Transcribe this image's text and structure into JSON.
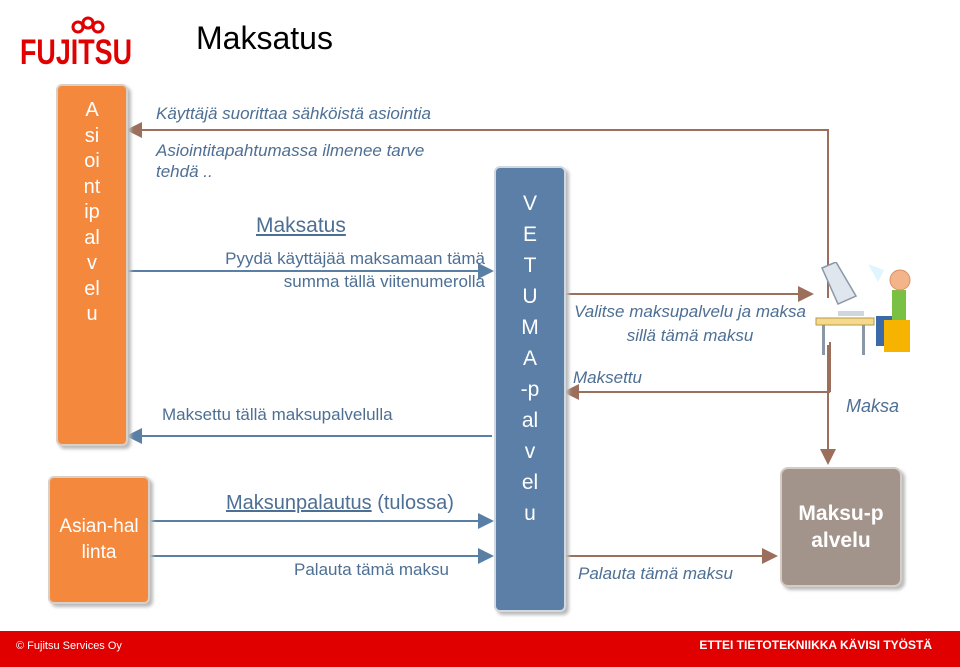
{
  "header": {
    "logo_text": "FUJITSU",
    "title": "Maksatus"
  },
  "left": {
    "asiointipalvelu": "Asiointipalvelu",
    "asianhallinta": "Asian-hallinta"
  },
  "center": {
    "vetuma": "VETUMA-palvelu"
  },
  "right": {
    "maksupalvelu": "Maksu-palvelu"
  },
  "flow": {
    "step1": "Käyttäjä suorittaa sähköistä asiointia",
    "step2": "Asiointitapahtumassa ilmenee tarve tehdä ..",
    "maksatus_link": "Maksatus",
    "pyyda": "Pyydä käyttäjää maksamaan tämä summa tällä viitenumerolla",
    "maksettu_talla": "Maksettu tällä maksupalvelulla",
    "maksunpalautus": "Maksunpalautus",
    "tulossa": "(tulossa)",
    "palauta_left": "Palauta tämä maksu",
    "valitse": "Valitse maksupalvelu ja maksa sillä tämä maksu",
    "maksettu": "Maksettu",
    "palauta_right": "Palauta tämä maksu",
    "maksa": "Maksa"
  },
  "footer": {
    "copyright": "Fujitsu Services Oy",
    "slogan": "ETTEI TIETOTEKNIIKKA KÄVISI TYÖSTÄ"
  },
  "colors": {
    "orange": "#f4893e",
    "vetuma_blue": "#5b7fa6",
    "maksupalvelu_gray": "#a3948b",
    "arrow_blue": "#5a7fa5",
    "arrow_brown": "#9b6f5c",
    "footer_red": "#e00000",
    "text_blue": "#4e6f94"
  },
  "icons": [
    "fujitsu-logo",
    "user-at-computer-icon"
  ]
}
